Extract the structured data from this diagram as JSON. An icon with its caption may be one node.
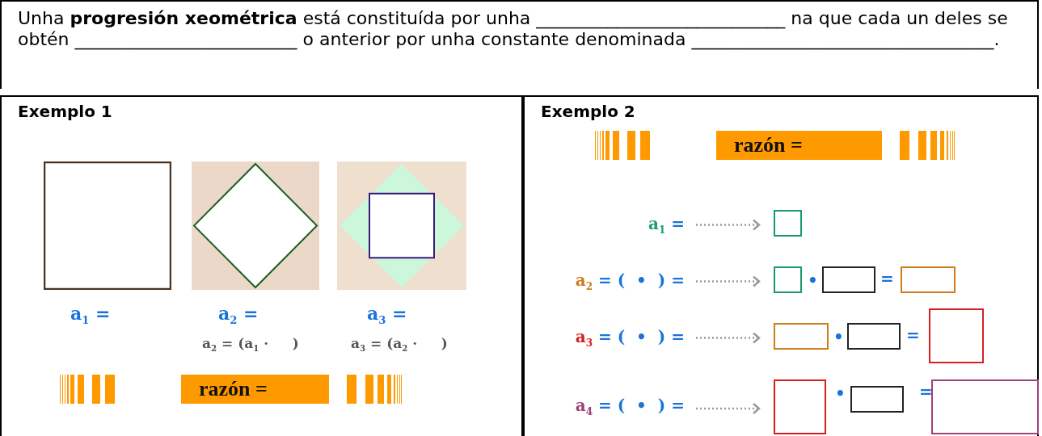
{
  "diagram": {
    "nodes": [
      {
        "text": [
          "Exemplo 1"
        ]
      },
      {
        "text": [],
        "shape": "box",
        "in": 0
      },
      {
        "text": [],
        "shape": "box",
        "in": 0
      },
      {
        "text": [],
        "shape": "picture",
        "in": 0
      },
      {
        "text": [
          "Exemplo 2"
        ]
      },
      {
        "text": [
          "a$_{1}$ ="
        ],
        "in": 4
      },
      {
        "text": [
          "a$_{2}$ = (  •  ) ="
        ],
        "in": 4
      },
      {
        "text": [
          "a$_{3}$ = (  •  ) ="
        ],
        "in": 4
      },
      {
        "text": [
          "a$_{4}$ = (  •  ) ="
        ],
        "in": 4
      },
      {
        "text": [],
        "shape": "box",
        "in": 4
      },
      {
        "text": [],
        "shape": "box",
        "in": 4
      },
      {
        "text": [],
        "shape": "box",
        "in": 4
      },
      {
        "text": [],
        "shape": "box",
        "in": 4
      },
      {
        "text": [],
        "shape": "box",
        "in": 4
      },
      {
        "text": [],
        "shape": "box",
        "in": 4
      },
      {
        "text": [],
        "shape": "box",
        "in": 4
      },
      {
        "text": [],
        "shape": "box",
        "in": 4
      },
      {
        "text": [],
        "shape": "box",
        "in": 4
      },
      {
        "text": [],
        "shape": "box",
        "in": 4
      }
    ],
    "edges": [
      {
        "from": 5,
        "to": 9,
        "arrow": "to",
        "style": "dashed"
      },
      {
        "from": 6,
        "to": 10,
        "arrow": "to",
        "style": "dashed"
      },
      {
        "from": 7,
        "to": 13,
        "arrow": "to",
        "style": "dashed"
      },
      {
        "from": 8,
        "to": 16,
        "arrow": "to",
        "style": "dashed"
      }
    ],
    "labels": [
      "Unha **progresión xeométrica** está constituída por unha ____________________________ na que cada un deles se obtén _________________________ o anterior por unha constante denominada __________________________________.",
      "a$_{1}$ =",
      "a$_{2}$ =",
      "a$_{3}$ =",
      "a$_{2}$ = (a$_{1}$ ·     )",
      "a$_{3}$ = (a$_{2}$ ·     )",
      "razón =",
      "razón =",
      "•",
      "=",
      "•",
      "=",
      "•",
      "="
    ]
  }
}
